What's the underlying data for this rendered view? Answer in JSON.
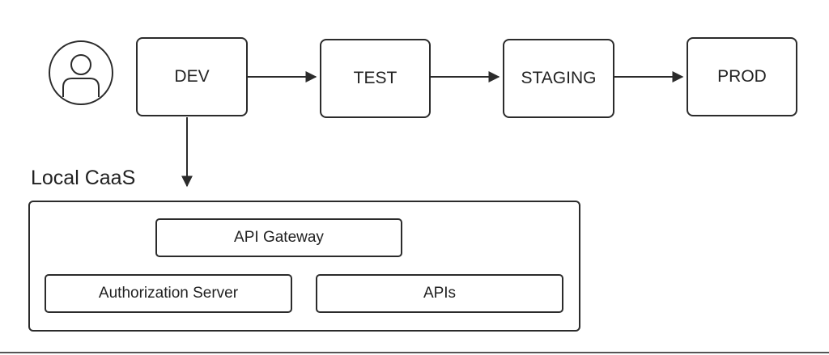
{
  "stages": {
    "dev": "DEV",
    "test": "TEST",
    "staging": "STAGING",
    "prod": "PROD"
  },
  "local_caas": {
    "title": "Local CaaS",
    "api_gateway": "API Gateway",
    "authorization_server": "Authorization Server",
    "apis": "APIs"
  },
  "icons": {
    "user": "user-avatar-icon"
  },
  "colors": {
    "stroke": "#2b2b2b",
    "text": "#222222",
    "background": "#ffffff"
  }
}
